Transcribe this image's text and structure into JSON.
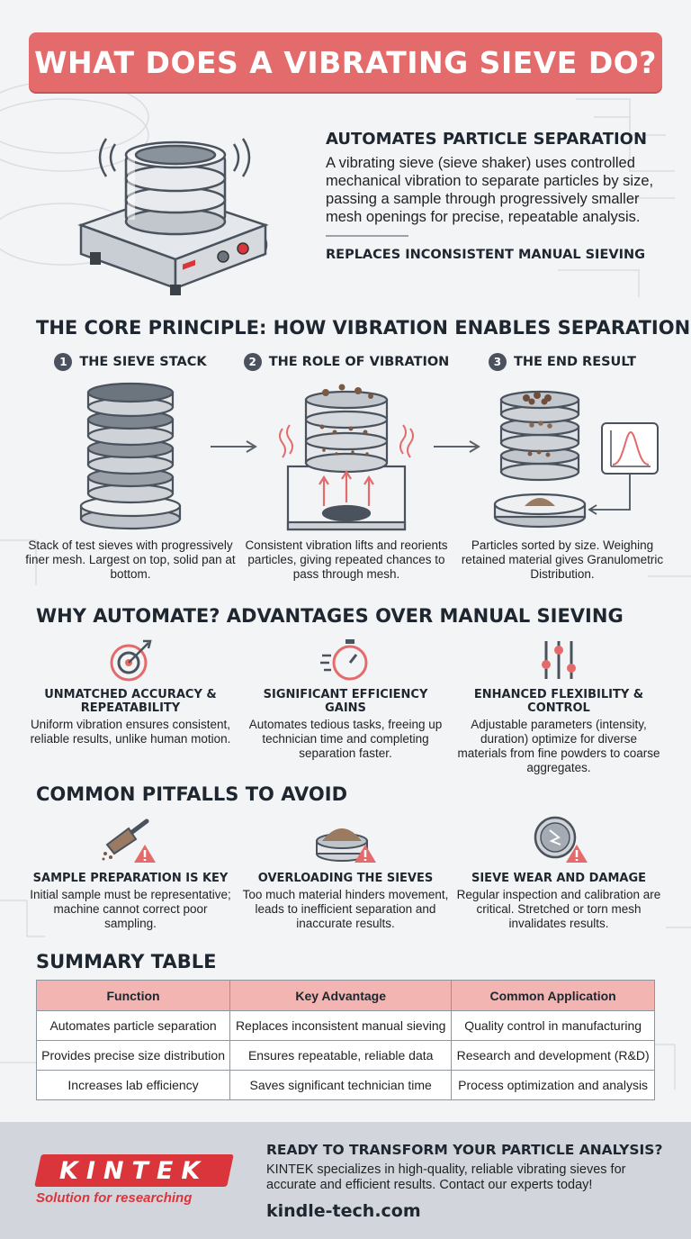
{
  "title": "WHAT DOES A VIBRATING SIEVE DO?",
  "intro": {
    "heading": "AUTOMATES PARTICLE SEPARATION",
    "body": "A vibrating sieve (sieve shaker) uses controlled mechanical vibration to separate particles by size, passing a sample through progressively smaller mesh openings for precise, repeatable analysis.",
    "subheading": "REPLACES INCONSISTENT MANUAL SIEVING"
  },
  "principle": {
    "title": "THE CORE PRINCIPLE: HOW VIBRATION ENABLES SEPARATION",
    "steps": [
      {
        "num": "1",
        "heading": "THE SIEVE STACK",
        "text": "Stack of test sieves with progressively finer mesh. Largest on top, solid pan at bottom."
      },
      {
        "num": "2",
        "heading": "THE ROLE OF VIBRATION",
        "text": "Consistent vibration lifts and reorients particles, giving repeated chances to pass through mesh."
      },
      {
        "num": "3",
        "heading": "THE END RESULT",
        "text": "Particles sorted by size. Weighing retained material gives Granulometric Distribution."
      }
    ]
  },
  "advantages": {
    "title": "WHY AUTOMATE? ADVANTAGES OVER MANUAL SIEVING",
    "items": [
      {
        "heading": "UNMATCHED ACCURACY & REPEATABILITY",
        "text": "Uniform vibration ensures consistent, reliable results, unlike human motion.",
        "icon": "target-icon"
      },
      {
        "heading": "SIGNIFICANT EFFICIENCY GAINS",
        "text": "Automates tedious tasks, freeing up technician time and completing separation faster.",
        "icon": "stopwatch-icon"
      },
      {
        "heading": "ENHANCED FLEXIBILITY & CONTROL",
        "text": "Adjustable parameters (intensity, duration) optimize for diverse materials from fine powders to coarse aggregates.",
        "icon": "sliders-icon"
      }
    ]
  },
  "pitfalls": {
    "title": "COMMON PITFALLS TO AVOID",
    "items": [
      {
        "heading": "SAMPLE PREPARATION IS KEY",
        "text": "Initial sample must be representative; machine cannot correct poor sampling.",
        "icon": "scoop-warning-icon"
      },
      {
        "heading": "OVERLOADING THE SIEVES",
        "text": "Too much material hinders movement, leads to inefficient separation and inaccurate results.",
        "icon": "overloaded-sieve-warning-icon"
      },
      {
        "heading": "SIEVE WEAR AND DAMAGE",
        "text": "Regular inspection and calibration are critical. Stretched or torn mesh invalidates results.",
        "icon": "torn-mesh-warning-icon"
      }
    ]
  },
  "summary": {
    "title": "SUMMARY TABLE",
    "headers": [
      "Function",
      "Key Advantage",
      "Common Application"
    ],
    "rows": [
      [
        "Automates particle separation",
        "Replaces inconsistent manual sieving",
        "Quality control in manufacturing"
      ],
      [
        "Provides precise size distribution",
        "Ensures repeatable, reliable data",
        "Research and development (R&D)"
      ],
      [
        "Increases lab efficiency",
        "Saves significant technician time",
        "Process optimization and analysis"
      ]
    ]
  },
  "footer": {
    "brand": "KINTEK",
    "tagline": "Solution for researching",
    "cta_heading": "READY TO TRANSFORM YOUR PARTICLE ANALYSIS?",
    "cta_body": "KINTEK specializes in high-quality, reliable vibrating sieves for accurate and efficient results. Contact our experts today!",
    "url": "kindle-tech.com"
  },
  "colors": {
    "accent": "#e46b6b",
    "table_header": "#f3b5b1",
    "brand_red": "#d9353b",
    "footer_bg": "#d2d6dc"
  }
}
